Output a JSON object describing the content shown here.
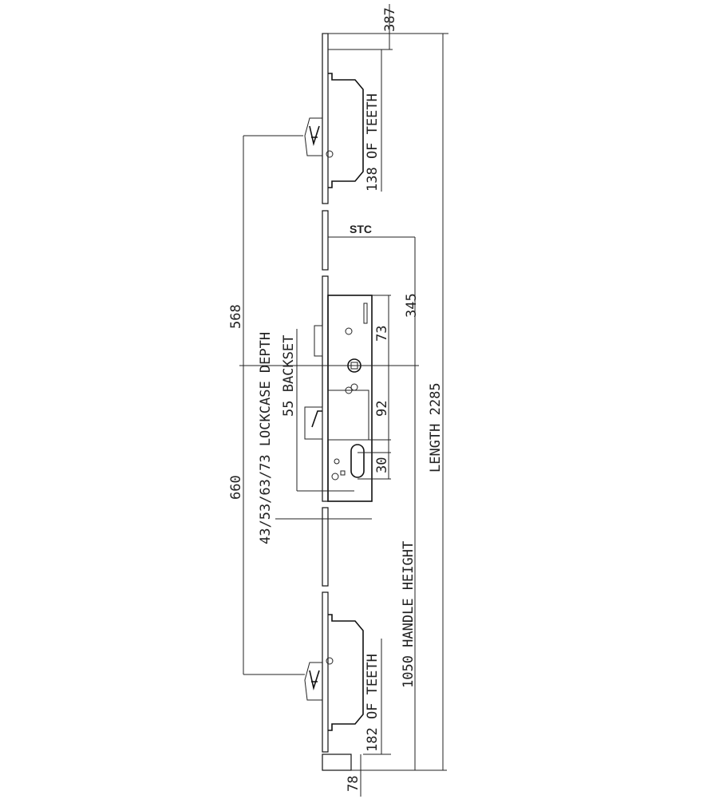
{
  "drawing": {
    "title": "Multipoint lock dimension drawing",
    "labels": {
      "top_offset": "387",
      "top_teeth": "138 OF TEETH",
      "stc": "STC",
      "stc_distance": "345",
      "length": "LENGTH 2285",
      "upper_hook_span": "568",
      "lower_hook_span": "660",
      "lockcase_depth": "43/53/63/73 LOCKCASE DEPTH",
      "backset": "55 BACKSET",
      "follower_to_top": "73",
      "follower_to_cylinder": "92",
      "cylinder": "30",
      "handle_height": "1050 HANDLE HEIGHT",
      "bottom_teeth": "182 OF TEETH",
      "bottom_offset": "78"
    }
  }
}
